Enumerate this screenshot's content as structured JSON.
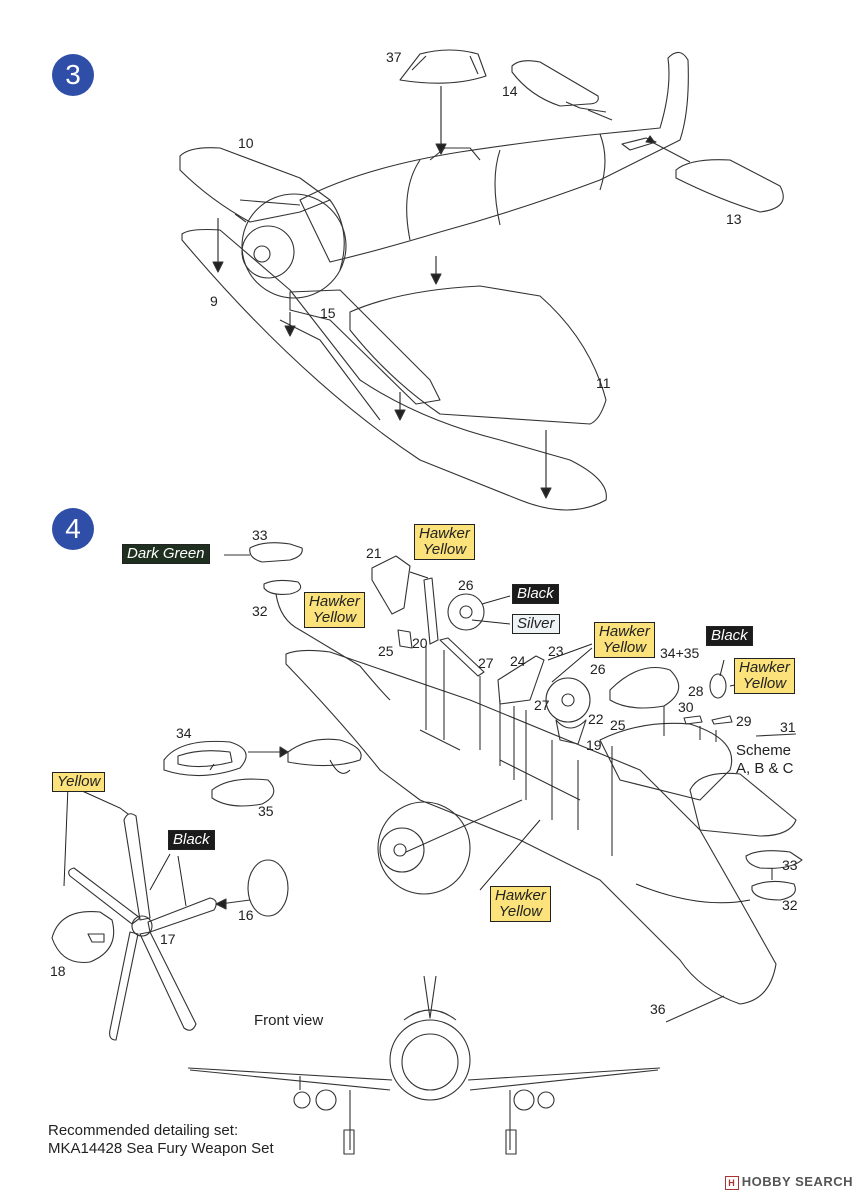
{
  "steps": {
    "s3": "3",
    "s4": "4"
  },
  "parts": {
    "p37": "37",
    "p14": "14",
    "p10": "10",
    "p13": "13",
    "p9": "9",
    "p15": "15",
    "p11": "11",
    "p33a": "33",
    "p32a": "32",
    "p21": "21",
    "p26a": "26",
    "p25a": "25",
    "p20": "20",
    "p27a": "27",
    "p24": "24",
    "p23": "23",
    "p26b": "26",
    "p34_35": "34+35",
    "p28": "28",
    "p30": "30",
    "p29": "29",
    "p31": "31",
    "p27b": "27",
    "p22": "22",
    "p25b": "25",
    "p19": "19",
    "p34": "34",
    "p35": "35",
    "p33b": "33",
    "p32b": "32",
    "p16": "16",
    "p17": "17",
    "p18": "18",
    "p36": "36"
  },
  "colors": {
    "dark_green": "Dark Green",
    "hawker_yellow_1": "Hawker\nYellow",
    "hawker_yellow_2": "Hawker\nYellow",
    "hawker_yellow_3": "Hawker\nYellow",
    "hawker_yellow_4": "Hawker\nYellow",
    "hawker_yellow_5": "Hawker\nYellow",
    "black_1": "Black",
    "black_2": "Black",
    "black_3": "Black",
    "silver": "Silver",
    "yellow": "Yellow"
  },
  "scheme_note": "Scheme\nA, B & C",
  "front_view": "Front view",
  "detail_set": {
    "line1": "Recommended detailing set:",
    "line2": "MKA14428 Sea Fury Weapon Set"
  },
  "watermark": "HOBBY SEARCH",
  "accent": {
    "step_badge": "#2f4ea8",
    "hawker_yellow": "#fbe27a",
    "dark_green": "#1f2f1f"
  }
}
